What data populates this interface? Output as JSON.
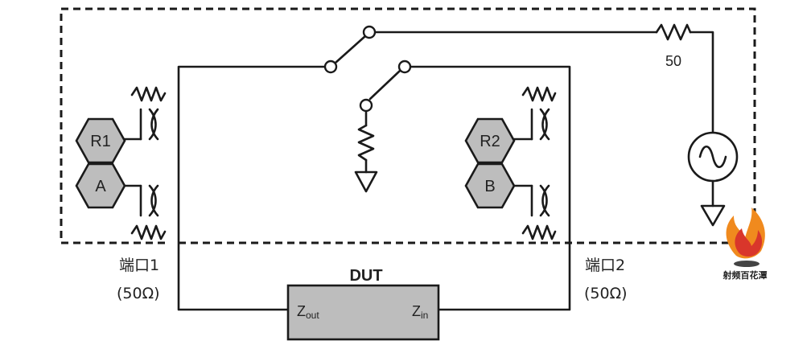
{
  "labels": {
    "r1": "R1",
    "a": "A",
    "r2": "R2",
    "b": "B",
    "resistor_value": "50",
    "dut": "DUT",
    "z_out_main": "Z",
    "z_out_sub": "out",
    "z_in_main": "Z",
    "z_in_sub": "in",
    "port1_name": "端口1",
    "port1_impedance": "(50Ω)",
    "port2_name": "端口2",
    "port2_impedance": "(50Ω)"
  },
  "watermark": {
    "text": "射频百花潭"
  },
  "colors": {
    "line": "#1a1a1a",
    "hex_fill": "#bdbdbd",
    "dut_fill": "#bdbdbd",
    "flame_orange": "#f08a1e",
    "flame_red": "#d9362b"
  },
  "icons": [
    "resistor-icon",
    "switch-icon",
    "ground-icon",
    "ac-source-icon",
    "flame-logo-icon"
  ]
}
